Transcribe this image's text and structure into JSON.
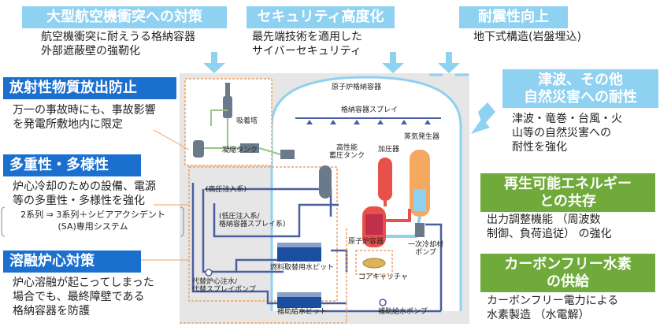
{
  "top": {
    "aircraft": {
      "title": "大型航空機衝突への対策",
      "desc": "航空機衝突に耐えうる格納容器\n外部遮蔽壁の強靭化"
    },
    "security": {
      "title": "セキュリティ高度化",
      "desc": "最先端技術を適用した\nサイバーセキュリティ"
    },
    "seismic": {
      "title": "耐震性向上",
      "desc": "地下式構造(岩盤埋込)"
    }
  },
  "left": {
    "radioactive": {
      "title": "放射性物質放出防止",
      "desc": "万一の事故時にも、事故影響\nを発電所敷地内に限定"
    },
    "redundancy": {
      "title": "多重性・多様性",
      "desc": "炉心冷却のための設備、電源\n等の多重性・多様性を強化",
      "note": "2系列 ⇒ 3系列＋シビアアクシデント\n(SA)専用システム"
    },
    "meltdown": {
      "title": "溶融炉心対策",
      "desc": "炉心溶融が起こってしまった\n場合でも、最終障壁である\n格納容器を防護"
    }
  },
  "right": {
    "tsunami": {
      "title": "津波、その他\n自然災害への耐性",
      "desc": "津波・竜巻・台風・火\n山等の自然災害への\n耐性を強化"
    },
    "renewable": {
      "title": "再生可能エネルギー\nとの共存",
      "desc": "出力調整機能 （周波数\n制御、負荷追従） の強化"
    },
    "hydrogen": {
      "title": "カーボンフリー水素\nの供給",
      "desc": "カーボンフリー電力による\n水素製造 （水電解）"
    }
  },
  "plant": {
    "containment": "原子炉格納容器",
    "spray": "格納容器スプレイ",
    "steam_gen": "蒸気発生器",
    "absorber": "吸着塔",
    "condensate_tank": "凝縮タンク",
    "accumulator": "高性能\n蓄圧タンク",
    "pressurizer": "加圧器",
    "hp_injection": "(高圧注入系)",
    "lp_injection": "(低圧注入系/\n格納容器スプレイ系)",
    "reactor_vessel": "原子炉容器",
    "coolant_pump": "一次冷却材\nポンプ",
    "fuel_pit": "燃料取替用水ピット",
    "core_catcher": "コアキャッチャ",
    "alt_pump": "代替炉心注水/\n代替スプレイポンプ",
    "aux_pit": "補助給水ピット",
    "aux_pump": "補助給水ポンプ"
  },
  "colors": {
    "accent_blue": "#1a6fcf",
    "light_blue": "#8fd1f0",
    "green": "#6faa3a",
    "orange": "#f0a060",
    "pipe_blue": "#4a5fa0",
    "hot_red": "#e8504a"
  }
}
